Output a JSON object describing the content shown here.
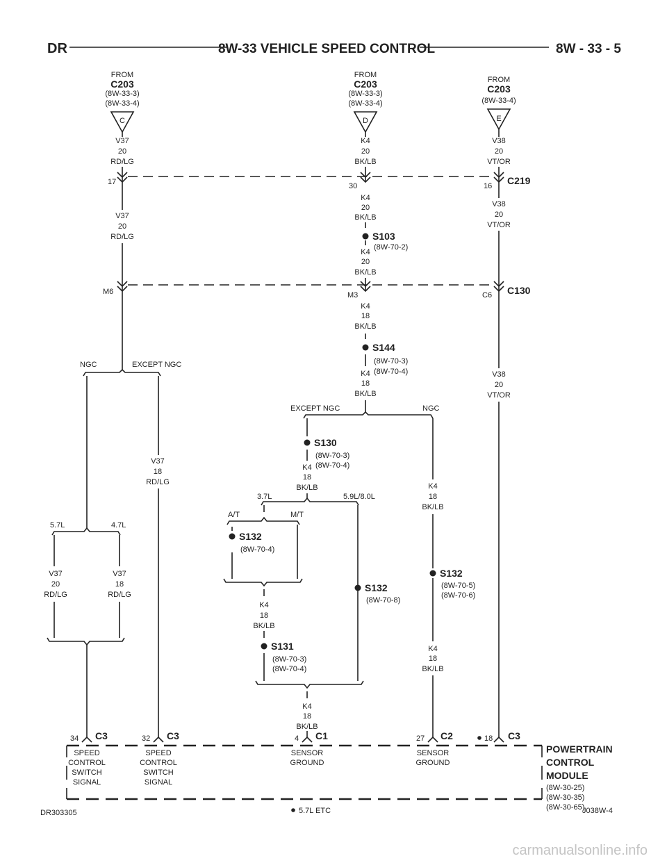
{
  "header": {
    "left": "DR",
    "title": "8W-33 VEHICLE SPEED CONTROL",
    "right": "8W - 33 - 5"
  },
  "from_c": {
    "from": "FROM",
    "conn": "C203",
    "ref1": "(8W-33-3)",
    "ref2": "(8W-33-4)",
    "pin": "C"
  },
  "from_d": {
    "from": "FROM",
    "conn": "C203",
    "ref1": "(8W-33-3)",
    "ref2": "(8W-33-4)",
    "pin": "D"
  },
  "from_e": {
    "from": "FROM",
    "conn": "C203",
    "ref1": "(8W-33-4)",
    "pin": "E"
  },
  "wires": {
    "v37_top": [
      "V37",
      "20",
      "RD/LG"
    ],
    "k4_top": [
      "K4",
      "20",
      "BK/LB"
    ],
    "v38_top": [
      "V38",
      "20",
      "VT/OR"
    ],
    "v37_mid": [
      "V37",
      "20",
      "RD/LG"
    ],
    "k4_mid1": [
      "K4",
      "20",
      "BK/LB"
    ],
    "k4_mid2": [
      "K4",
      "20",
      "BK/LB"
    ],
    "v38_mid": [
      "V38",
      "20",
      "VT/OR"
    ],
    "k4_18a": [
      "K4",
      "18",
      "BK/LB"
    ],
    "k4_18b": [
      "K4",
      "18",
      "BK/LB"
    ],
    "v38_low": [
      "V38",
      "20",
      "VT/OR"
    ],
    "v37_18": [
      "V37",
      "18",
      "RD/LG"
    ],
    "k4_18c": [
      "K4",
      "18",
      "BK/LB"
    ],
    "k4_18d": [
      "K4",
      "18",
      "BK/LB"
    ],
    "v37_20_57": [
      "V37",
      "20",
      "RD/LG"
    ],
    "v37_18_47": [
      "V37",
      "18",
      "RD/LG"
    ],
    "k4_18e": [
      "K4",
      "18",
      "BK/LB"
    ],
    "k4_18f": [
      "K4",
      "18",
      "BK/LB"
    ],
    "k4_18g": [
      "K4",
      "18",
      "BK/LB"
    ]
  },
  "connectors": {
    "c219": {
      "name": "C219",
      "pin_v37": "17",
      "pin_k4": "30",
      "pin_v38": "16"
    },
    "c130": {
      "name": "C130",
      "pin_v37": "M6",
      "pin_k4": "M3",
      "pin_v38": "C6"
    }
  },
  "splices": {
    "s103": {
      "name": "S103",
      "ref1": "(8W-70-2)"
    },
    "s144": {
      "name": "S144",
      "ref1": "(8W-70-3)",
      "ref2": "(8W-70-4)"
    },
    "s130": {
      "name": "S130",
      "ref1": "(8W-70-3)",
      "ref2": "(8W-70-4)"
    },
    "s132_at": {
      "name": "S132",
      "ref1": "(8W-70-4)"
    },
    "s132_59": {
      "name": "S132",
      "ref1": "(8W-70-8)"
    },
    "s132_ngc": {
      "name": "S132",
      "ref1": "(8W-70-5)",
      "ref2": "(8W-70-6)"
    },
    "s131": {
      "name": "S131",
      "ref1": "(8W-70-3)",
      "ref2": "(8W-70-4)"
    }
  },
  "branches": {
    "ngc": "NGC",
    "except_ngc": "EXCEPT NGC",
    "except_ngc2": "EXCEPT NGC",
    "ngc2": "NGC",
    "l37": "3.7L",
    "l598": "5.9L/8.0L",
    "at": "A/T",
    "mt": "M/T",
    "l57": "5.7L",
    "l47": "4.7L"
  },
  "pcm": {
    "title1": "POWERTRAIN",
    "title2": "CONTROL",
    "title3": "MODULE",
    "ref1": "(8W-30-25)",
    "ref2": "(8W-30-35)",
    "ref3": "(8W-30-65)",
    "pins": [
      {
        "pin": "34",
        "conn": "C3",
        "l1": "SPEED",
        "l2": "CONTROL",
        "l3": "SWITCH",
        "l4": "SIGNAL"
      },
      {
        "pin": "32",
        "conn": "C3",
        "l1": "SPEED",
        "l2": "CONTROL",
        "l3": "SWITCH",
        "l4": "SIGNAL"
      },
      {
        "pin": "4",
        "conn": "C1",
        "l1": "SENSOR",
        "l2": "GROUND"
      },
      {
        "pin": "27",
        "conn": "C2",
        "l1": "SENSOR",
        "l2": "GROUND"
      },
      {
        "pin": "18",
        "conn": "C3"
      }
    ]
  },
  "footer": {
    "left": "DR303305",
    "note": "5.7L ETC",
    "right": "J038W-4"
  },
  "watermark": "carmanualsonline.info"
}
